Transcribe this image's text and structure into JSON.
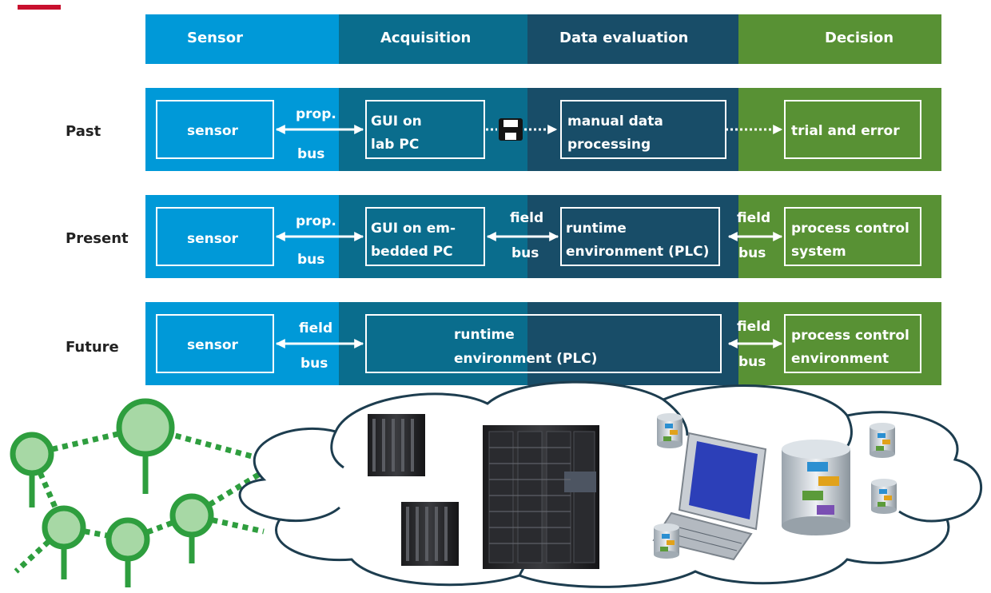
{
  "colors": {
    "accent_bar": "#c8102e",
    "sensor": "#0099d8",
    "acquisition": "#0a6d8d",
    "evaluation": "#184d68",
    "decision": "#589134",
    "box_border": "#ffffff",
    "text_light": "#ffffff",
    "row_label": "#222222",
    "sensor_net": "#2e9e3e",
    "sensor_node_fill": "#a7d8a5",
    "cloud_stroke": "#1d3d4f"
  },
  "header": {
    "sensor": "Sensor",
    "acquisition": "Acquisition",
    "evaluation": "Data evaluation",
    "decision": "Decision"
  },
  "rows": {
    "past": {
      "label": "Past",
      "sensor_box": "sensor",
      "link1": [
        "prop.",
        "bus"
      ],
      "acq_box": [
        "GUI on",
        "lab PC"
      ],
      "eval_box": [
        "manual data",
        "processing"
      ],
      "decision_box": "trial and error"
    },
    "present": {
      "label": "Present",
      "sensor_box": "sensor",
      "link1": [
        "prop.",
        "bus"
      ],
      "acq_box": [
        "GUI on em-",
        "bedded PC"
      ],
      "link2": [
        "field",
        "bus"
      ],
      "eval_box": [
        "runtime",
        "environment (PLC)"
      ],
      "link3": [
        "field",
        "bus"
      ],
      "decision_box": [
        "process control",
        "system"
      ]
    },
    "future": {
      "label": "Future",
      "sensor_box": "sensor",
      "link1": [
        "field",
        "bus"
      ],
      "runtime_box": [
        "runtime",
        "environment (PLC)"
      ],
      "link3": [
        "field",
        "bus"
      ],
      "decision_box": [
        "process control",
        "environment"
      ]
    }
  },
  "icons": {
    "floppy": "floppy-disk-icon",
    "sensor_network": "sensor-network-icon",
    "cloud": "cloud-icon",
    "server_rack": "server-rack-icon",
    "computer": "computer-terminal-icon",
    "database": "database-icon"
  }
}
